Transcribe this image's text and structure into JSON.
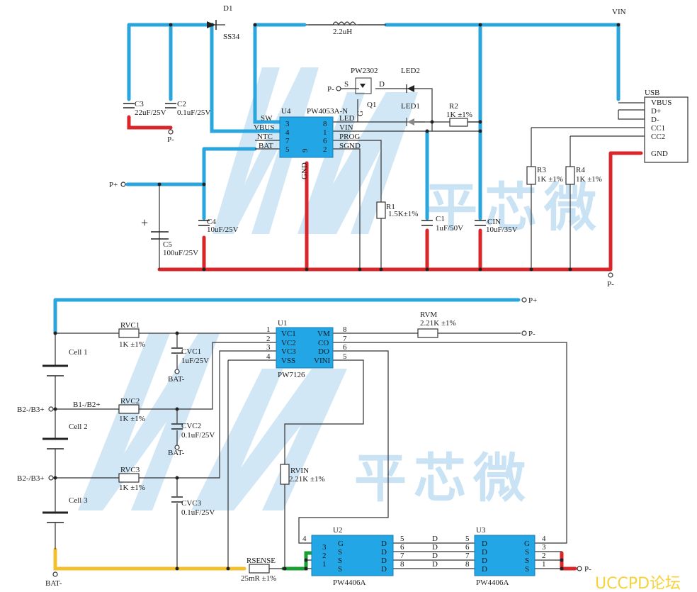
{
  "watermark": {
    "brand_text": "平芯微",
    "forum": "UCCPD论坛"
  },
  "top": {
    "d1": {
      "ref": "D1",
      "part": "SS34"
    },
    "inductor": "2.2uH",
    "vin_label": "VIN",
    "c3": {
      "ref": "C3",
      "value": "22uF/25V"
    },
    "c2": {
      "ref": "C2",
      "value": "0.1uF/25V"
    },
    "pminus": "P-",
    "pplus": "P+",
    "u4": {
      "ref": "U4",
      "part": "PW4053A-N",
      "left_pins": [
        {
          "name": "SW",
          "num": "3"
        },
        {
          "name": "VBUS",
          "num": "4"
        },
        {
          "name": "NTC",
          "num": "7"
        },
        {
          "name": "BAT",
          "num": "5"
        }
      ],
      "right_pins": [
        {
          "name": "LED",
          "num": "8"
        },
        {
          "name": "VIN",
          "num": "1"
        },
        {
          "name": "PROG",
          "num": "6"
        },
        {
          "name": "SGND",
          "num": "2"
        }
      ],
      "bottom_pin": {
        "name": "GND",
        "num": "9"
      }
    },
    "q1": {
      "part": "PW2302",
      "ref": "Q1",
      "s": "S",
      "d": "D",
      "g": "G"
    },
    "led2": "LED2",
    "led1": "LED1",
    "r2": {
      "ref": "R2",
      "value": "1K ±1%"
    },
    "r1": {
      "ref": "R1",
      "value": "1.5K±1%"
    },
    "c1": {
      "ref": "C1",
      "value": "1uF/50V"
    },
    "cin": {
      "ref": "CIN",
      "value": "10uF/35V"
    },
    "c4": {
      "ref": "C4",
      "value": "10uF/25V"
    },
    "c5": {
      "ref": "C5",
      "value": "100uF/25V"
    },
    "c5_plus": "+",
    "r3": {
      "ref": "R3",
      "value": "1K ±1%"
    },
    "r4": {
      "ref": "R4",
      "value": "1K ±1%"
    },
    "usb": {
      "ref": "USB",
      "pins": [
        "VBUS",
        "D+",
        "D-",
        "CC1",
        "CC2",
        "GND"
      ]
    }
  },
  "bottom": {
    "pplus": "P+",
    "pminus": "P-",
    "cell1": "Cell 1",
    "cell2": "Cell 2",
    "cell3": "Cell 3",
    "b1b2": "B1-/B2+",
    "b2b3_a": "B2-/B3+",
    "b2b3_b": "B2-/B3+",
    "bat_minus": "BAT-",
    "rvc1": {
      "ref": "RVC1",
      "value": "1K ±1%"
    },
    "rvc2": {
      "ref": "RVC2",
      "value": "1K ±1%"
    },
    "rvc3": {
      "ref": "RVC3",
      "value": "1K ±1%"
    },
    "cvc1": {
      "ref": "CVC1",
      "value": "1uF/25V"
    },
    "cvc2": {
      "ref": "CVC2",
      "value": "0.1uF/25V"
    },
    "cvc3": {
      "ref": "CVC3",
      "value": "0.1uF/25V"
    },
    "u1": {
      "ref": "U1",
      "part": "PW7126",
      "left_pins": [
        {
          "name": "VC1",
          "num": "1"
        },
        {
          "name": "VC2",
          "num": "2"
        },
        {
          "name": "VC3",
          "num": "3"
        },
        {
          "name": "VSS",
          "num": "4"
        }
      ],
      "right_pins": [
        {
          "name": "VM",
          "num": "8"
        },
        {
          "name": "CO",
          "num": "7"
        },
        {
          "name": "DO",
          "num": "6"
        },
        {
          "name": "VINI",
          "num": "5"
        }
      ]
    },
    "rvm": {
      "ref": "RVM",
      "value": "2.21K ±1%"
    },
    "rvin": {
      "ref": "RVIN",
      "value": "2.21K ±1%"
    },
    "rsense": {
      "ref": "RSENSE",
      "value": "25mR ±1%"
    },
    "u2": {
      "ref": "U2",
      "part": "PW4406A",
      "left_pins": [
        {
          "name": "G",
          "num": "4"
        },
        {
          "name": "S",
          "num": "3"
        },
        {
          "name": "S",
          "num": "2"
        },
        {
          "name": "S",
          "num": "1"
        }
      ],
      "right_pins": [
        {
          "name": "D",
          "num": "5"
        },
        {
          "name": "D",
          "num": "6"
        },
        {
          "name": "D",
          "num": "7"
        },
        {
          "name": "D",
          "num": "8"
        }
      ]
    },
    "bridge_labels": [
      "D",
      "D",
      "D",
      "D"
    ],
    "u3": {
      "ref": "U3",
      "part": "PW4406A",
      "left_pins": [
        {
          "name": "D",
          "num": "5"
        },
        {
          "name": "D",
          "num": "6"
        },
        {
          "name": "D",
          "num": "7"
        },
        {
          "name": "D",
          "num": "8"
        }
      ],
      "right_pins": [
        {
          "name": "G",
          "num": "4"
        },
        {
          "name": "S",
          "num": "3"
        },
        {
          "name": "S",
          "num": "2"
        },
        {
          "name": "S",
          "num": "1"
        }
      ]
    }
  }
}
